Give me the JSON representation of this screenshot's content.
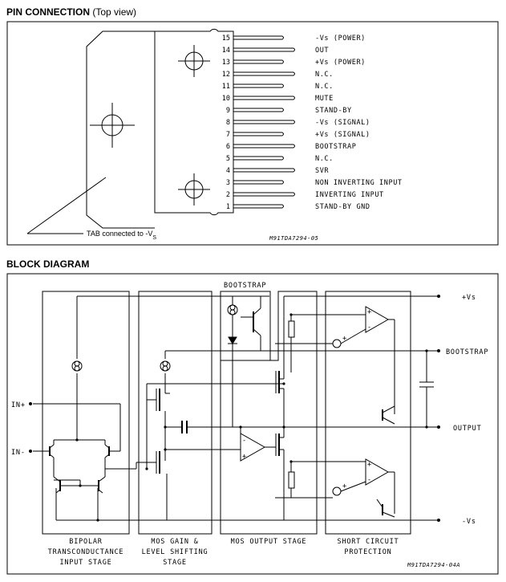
{
  "pin_connection": {
    "title_bold": "PIN CONNECTION",
    "title_rest": "(Top view)",
    "pins": [
      {
        "num": "15",
        "name": "-Vs (POWER)"
      },
      {
        "num": "14",
        "name": "OUT"
      },
      {
        "num": "13",
        "name": "+Vs (POWER)"
      },
      {
        "num": "12",
        "name": "N.C."
      },
      {
        "num": "11",
        "name": "N.C."
      },
      {
        "num": "10",
        "name": "MUTE"
      },
      {
        "num": "9",
        "name": "STAND-BY"
      },
      {
        "num": "8",
        "name": "-Vs (SIGNAL)"
      },
      {
        "num": "7",
        "name": "+Vs (SIGNAL)"
      },
      {
        "num": "6",
        "name": "BOOTSTRAP"
      },
      {
        "num": "5",
        "name": "N.C."
      },
      {
        "num": "4",
        "name": "SVR"
      },
      {
        "num": "3",
        "name": "NON INVERTING INPUT"
      },
      {
        "num": "2",
        "name": "INVERTING INPUT"
      },
      {
        "num": "1",
        "name": "STAND-BY GND"
      }
    ],
    "tab_note": "TAB connected to -V",
    "tab_note_sub": "S",
    "code": "M91TDA7294-05"
  },
  "block_diagram": {
    "title": "BLOCK DIAGRAM",
    "bootstrap_top": "BOOTSTRAP",
    "terminals": {
      "vs_pos": "+Vs",
      "bootstrap": "BOOTSTRAP",
      "output": "OUTPUT",
      "vs_neg": "-Vs",
      "in_pos": "IN+",
      "in_neg": "IN-"
    },
    "stages": [
      {
        "lines": [
          "BIPOLAR",
          "TRANSCONDUCTANCE",
          "INPUT STAGE"
        ]
      },
      {
        "lines": [
          "MOS GAIN &",
          "LEVEL SHIFTING",
          "STAGE"
        ]
      },
      {
        "lines": [
          "MOS OUTPUT STAGE"
        ]
      },
      {
        "lines": [
          "SHORT CIRCUIT",
          "PROTECTION"
        ]
      }
    ],
    "code": "M91TDA7294-04A"
  }
}
